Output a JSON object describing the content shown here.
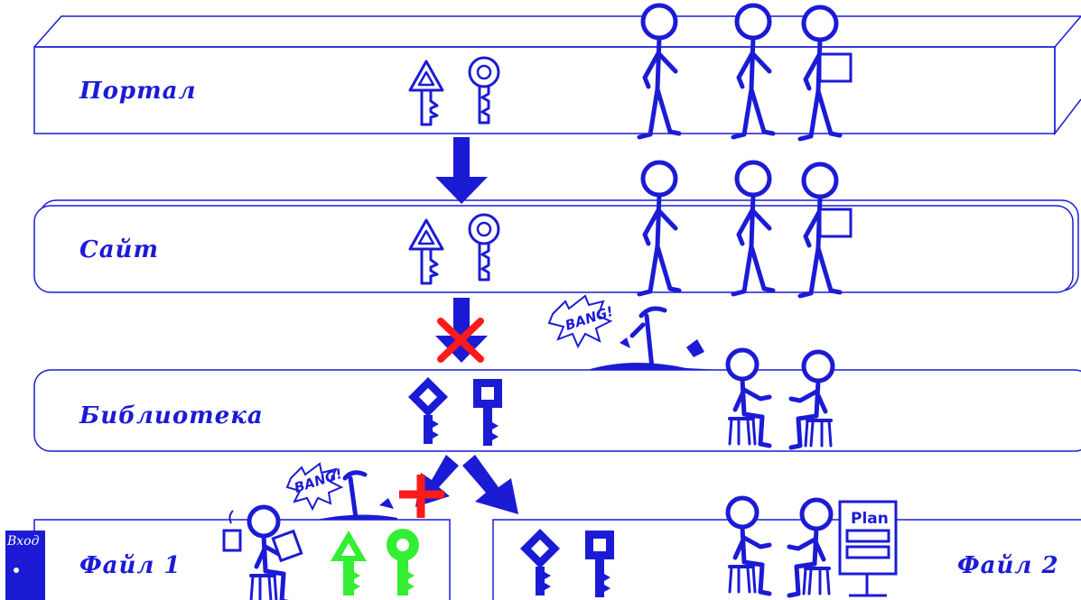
{
  "levels": [
    {
      "label": "Портал"
    },
    {
      "label": "Сайт"
    },
    {
      "label": "Библиотека"
    },
    {
      "label": "Файл 1"
    },
    {
      "label": "Файл 2"
    }
  ],
  "door": {
    "label": "Вход"
  },
  "bang_text": "BANG!",
  "plan_text": "Plan",
  "colors": {
    "primary": "#1b1bd6",
    "denied": "#ff1a1a",
    "granted": "#33ee33"
  }
}
